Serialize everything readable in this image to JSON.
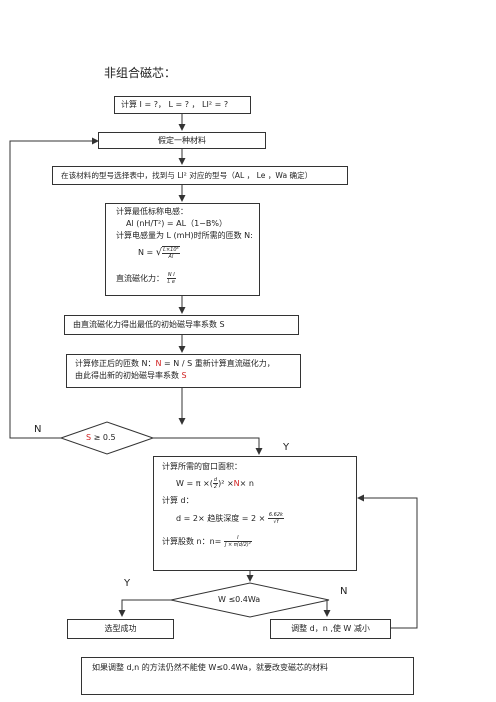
{
  "title": "非组合磁芯：",
  "colors": {
    "stroke": "#333333",
    "accent": "#d02020"
  },
  "box_calc_input": "计算  I = ?，   L = ?  ，   LI² = ?",
  "box_assume_material": "假定一种材料",
  "box_select_model": "在该材料的型号选择表中，找到与 LI² 对应的型号（AL ， Le ，Wa 确定）",
  "box_calc_inductance": {
    "line1": "计算最低标称电感：",
    "line2": "Al (nH/T²)  =   AL（1−B%）",
    "line3": "计算电感量为 L (mH)时所需的匝数 N:",
    "n_label": "N =",
    "n_formula_num": "L×10⁶",
    "n_formula_den": "Al",
    "line5": "直流磁化力：",
    "h_num": "N I",
    "h_den": "L e"
  },
  "box_initial_mu": "由直流磁化力得出最低的初始磁导率系数  S",
  "box_revised": {
    "line1_a": "计算修正后的匝数 N：",
    "line1_b": "N",
    "line1_c": " = N / S    重新计算直流磁化力，",
    "line2_a": "由此得出新的初始磁导率系数    ",
    "line2_b": "S"
  },
  "decision1": {
    "s": "S",
    "rest": "  ≥  0.5"
  },
  "label_n_left": "N",
  "label_y_right": "Y",
  "box_window": {
    "line1": "计算所需的窗口面积：",
    "line2_a": "W =   π ×(",
    "line2_frac_num": "d",
    "line2_frac_den": "2",
    "line2_b": ")² ×",
    "line2_n": "N",
    "line2_c": "× n",
    "line3": "计算 d：",
    "line4_a": "d = 2×  趋肤深度  = 2  ×",
    "line4_frac_num": "6.62k",
    "line4_frac_den": "√f",
    "line5_a": "计算股数 n：n=",
    "line5_frac_num": "I",
    "line5_frac_den": "J × π(d/2)²"
  },
  "decision2": "W ≤0.4Wa",
  "label_y_left": "Y",
  "label_n_right": "N",
  "box_success": "选型成功",
  "box_adjust": "调整 d，n ,使 W 减小",
  "box_note": "如果调整 d,n 的方法仍然不能使 W≤0.4Wa，就要改变磁芯的材料"
}
